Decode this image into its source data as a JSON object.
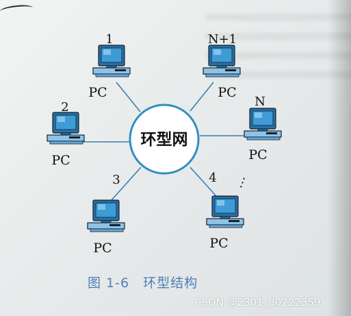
{
  "diagram": {
    "center_label": "环型网",
    "nodes": [
      {
        "id": "1",
        "pc_label": "PC"
      },
      {
        "id": "N+1",
        "pc_label": "PC"
      },
      {
        "id": "2",
        "pc_label": "PC"
      },
      {
        "id": "N",
        "pc_label": "PC"
      },
      {
        "id": "3",
        "pc_label": "PC"
      },
      {
        "id": "4",
        "pc_label": "PC"
      }
    ],
    "ellipsis": "⋮",
    "colors": {
      "ring": "#2f8fc4",
      "link": "#3a7fae",
      "screen": "#3e9bd6",
      "case": "#8fc3e6"
    }
  },
  "caption": {
    "figure": "图 1-6",
    "title": "环型结构"
  },
  "watermark": "CSDN @2301_80222359"
}
